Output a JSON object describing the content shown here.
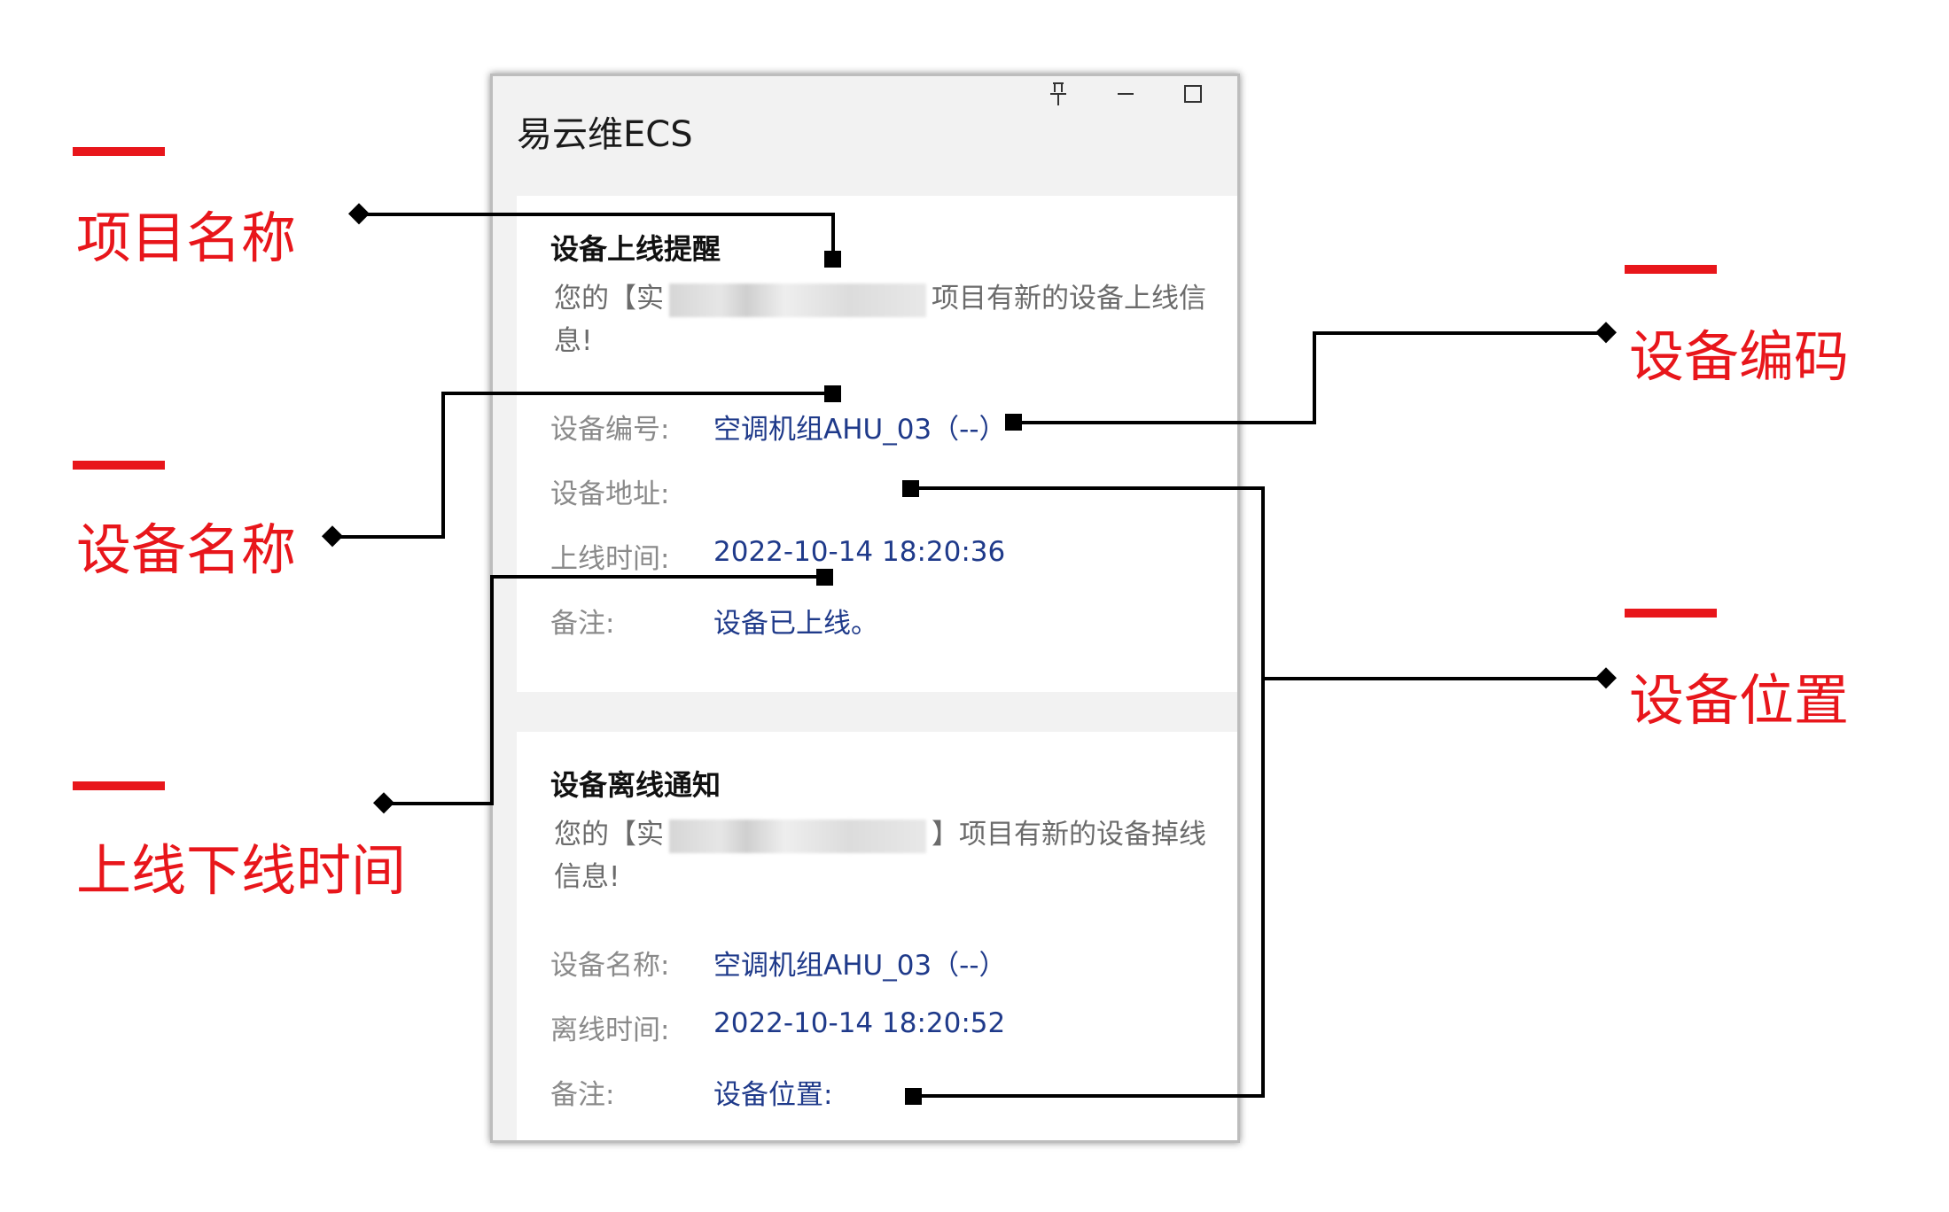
{
  "window": {
    "app_title": "易云维ECS",
    "controls": {
      "pin": "🖈",
      "minimize": "—",
      "maximize": "☐"
    }
  },
  "online_card": {
    "title": "设备上线提醒",
    "message_prefix": "您的【实",
    "message_suffix": "项目有新的设备上线信息!",
    "fields": [
      {
        "label": "设备编号:",
        "value": "空调机组AHU_03（--）"
      },
      {
        "label": "设备地址:",
        "value": ""
      },
      {
        "label": "上线时间:",
        "value": "2022-10-14 18:20:36"
      },
      {
        "label": "备注:",
        "value": "设备已上线。"
      }
    ]
  },
  "offline_card": {
    "title": "设备离线通知",
    "message_prefix": "您的【实",
    "message_suffix": "】项目有新的设备掉线信息!",
    "fields": [
      {
        "label": "设备名称:",
        "value": "空调机组AHU_03（--）"
      },
      {
        "label": "离线时间:",
        "value": "2022-10-14 18:20:52"
      },
      {
        "label": "备注:",
        "value": "设备位置:"
      }
    ]
  },
  "annotations": {
    "project_name": "项目名称",
    "device_name": "设备名称",
    "online_offline_time": "上线下线时间",
    "device_code": "设备编码",
    "device_location": "设备位置",
    "color": "#e8161b"
  }
}
